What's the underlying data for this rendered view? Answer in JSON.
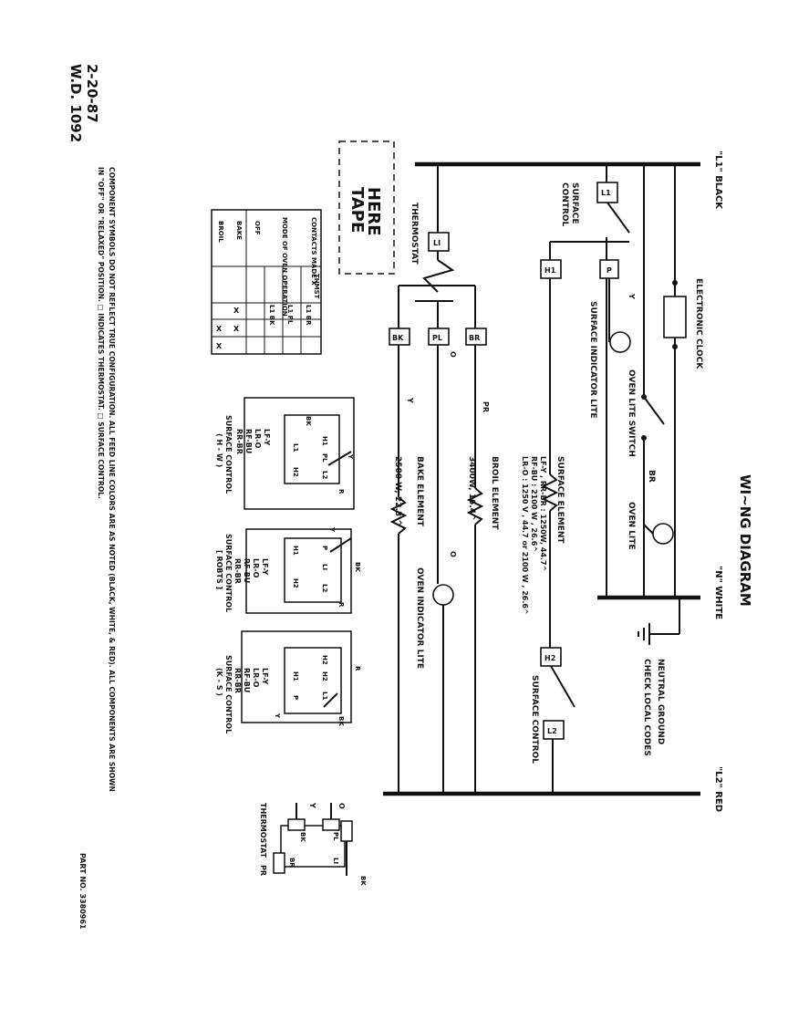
{
  "drawing": {
    "number": "W.D. 1092",
    "date": "2-20-87",
    "title": "WI~NG DIAGRAM",
    "part_no": "PART NO. 3380961"
  },
  "tape": [
    "TAPE",
    "HERE"
  ],
  "buses": {
    "l1": "\"L1\" BLACK",
    "n": "\"N\" WHITE",
    "l2": "\"L2\" RED"
  },
  "neutral": {
    "line1": "NEUTRAL GROUND",
    "line2": "CHECK LOCAL CODES"
  },
  "labels": {
    "clock": "ELECTRONIC CLOCK",
    "surface_control_l1": "SURFACE",
    "surface_control_l1b": "CONTROL",
    "surface_indicator": "SURFACE INDICATOR LITE",
    "oven_lite_switch": "OVEN LITE SWITCH",
    "oven_lite": "OVEN LITE",
    "br": "BR",
    "y": "Y",
    "thermostat": "THERMOSTAT",
    "surface_element": "SURFACE ELEMENT",
    "se_spec1": "LF-Y , RR-BR : 1250W, 44.7^",
    "se_spec2": "RF-BU : 2100 W , 26.6^",
    "se_spec3": "LR-O : 1250 V , 44.7 or 2100 W , 26.6^",
    "surface_control_l2": "SURFACE CONTROL",
    "broil_element": "BROIL ELEMENT",
    "broil_spec": "3400W, 16.4^",
    "bake_element": "BAKE ELEMENT",
    "bake_spec": "2500 W, 22.3 ^",
    "oven_indicator": "OVEN INDICATOR LITE",
    "pr": "PR",
    "o": "O",
    "thermostat_bottom": "THERMOSTAT",
    "pr_bottom": "PR"
  },
  "terminals": {
    "l1": "L1",
    "p": "P",
    "h1": "H1",
    "h2": "H2",
    "l2": "L2",
    "li": "LI",
    "bk": "BK",
    "pl": "PL",
    "br": "BR"
  },
  "contacts_table": {
    "header": [
      "CONTACTS MADE X",
      "L1 BK",
      "L1 PL",
      "L1 BR"
    ],
    "header2": "MODE OF OVEN OPERATION",
    "thmst": "THMST",
    "rows": [
      {
        "mode": "OFF",
        "bk": "",
        "pl": "",
        "br": ""
      },
      {
        "mode": "BAKE",
        "bk": "X",
        "pl": "X",
        "br": ""
      },
      {
        "mode": "BROIL",
        "bk": "",
        "pl": "X",
        "br": "X"
      }
    ]
  },
  "controls": [
    {
      "title": "SURFACE CONTROL",
      "brand": "( H - W )",
      "legend": [
        "LF-Y",
        "LR-O",
        "RF-BU",
        "RR-BR"
      ],
      "terms": [
        "H1",
        "PL",
        "L2",
        "L1",
        "H2",
        "R",
        "BK",
        "Y"
      ]
    },
    {
      "title": "SURFACE CONTROL",
      "brand": "[ ROBTS ]",
      "legend": [
        "LF-Y",
        "LR-O",
        "RF-BU",
        "RR-BR"
      ],
      "terms": [
        "P",
        "LI",
        "L2",
        "H1",
        "H2",
        "R",
        "BK",
        "Y"
      ]
    },
    {
      "title": "SURFACE CONTROL",
      "brand": "(K - S )",
      "legend": [
        "LF-Y",
        "LR-O",
        "RF-BU",
        "RR-BR"
      ],
      "terms": [
        "H2",
        "H2",
        "L1",
        "H1",
        "P",
        "BK",
        "R",
        "Y"
      ]
    }
  ],
  "notes": [
    "COMPONENT SYMBOLS DO NOT REFLECT TRUE CONFIGURATION. ALL FEED LINE COLORS ARE AS NOTED (BLACK, WHITE, & RED). ALL COMPONENTS ARE SHOWN",
    "IN \"OFF\" OR \"RELAXED\" POSITION. □ INDICATES THERMOSTAT.  □ SURFACE CONTROL."
  ]
}
